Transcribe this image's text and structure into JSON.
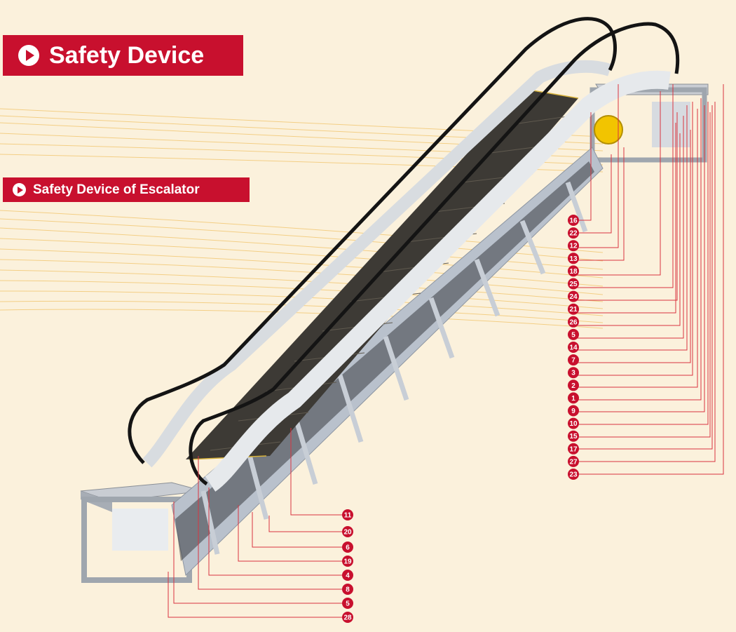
{
  "header": {
    "title": "Safety Device",
    "subtitle": "Safety Device of Escalator"
  },
  "colors": {
    "accent": "#c8102e",
    "background": "#fbf1dc",
    "truss": "#b9c1cc",
    "step": "#3d3a35",
    "motor": "#f2c400"
  },
  "callouts_right": [
    "16",
    "22",
    "12",
    "13",
    "18",
    "25",
    "24",
    "21",
    "26",
    "5",
    "14",
    "7",
    "3",
    "2",
    "1",
    "9",
    "10",
    "15",
    "17",
    "27",
    "23"
  ],
  "callouts_bottom": [
    "11",
    "20",
    "6",
    "19",
    "4",
    "8",
    "5",
    "28"
  ]
}
